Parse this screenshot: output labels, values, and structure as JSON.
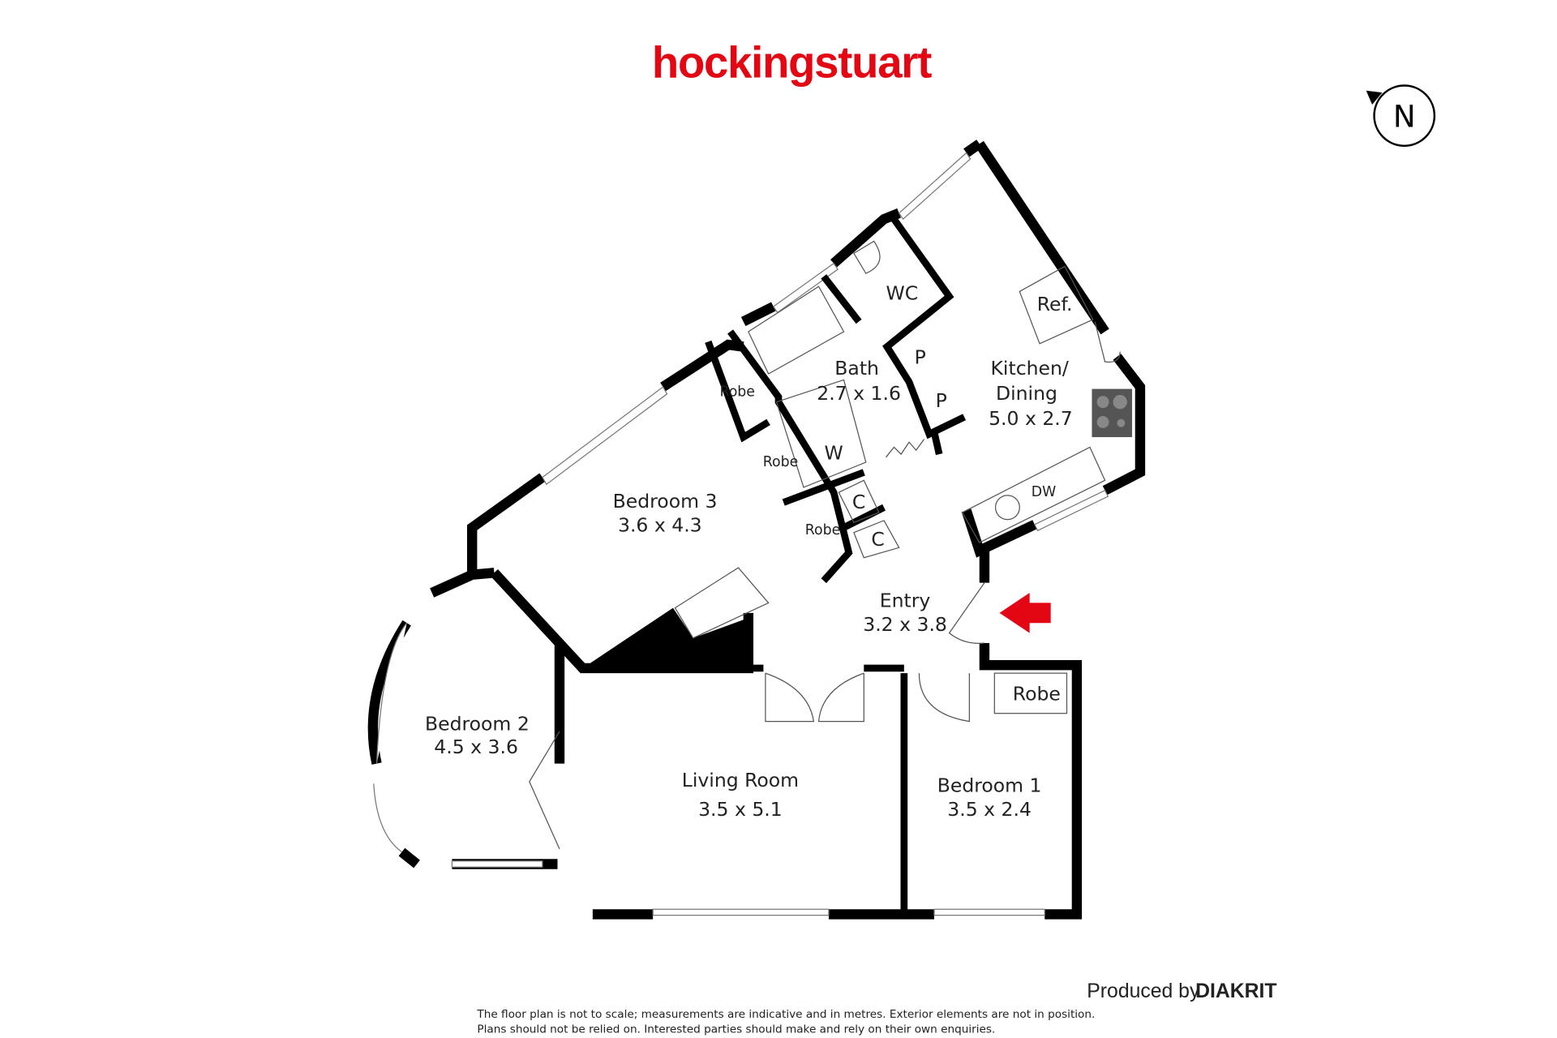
{
  "brand": {
    "logo_text": "hockingstuart",
    "accent": "#e30613"
  },
  "compass": {
    "label": "N"
  },
  "rooms": {
    "kitchen": {
      "name_line1": "Kitchen/",
      "name_line2": "Dining",
      "size": "5.0 x 2.7"
    },
    "bath": {
      "name": "Bath",
      "size": "2.7 x 1.6"
    },
    "wc": {
      "name": "WC"
    },
    "bedroom3": {
      "name": "Bedroom 3",
      "size": "3.6 x 4.3"
    },
    "bedroom2": {
      "name": "Bedroom 2",
      "size": "4.5 x 3.6"
    },
    "living": {
      "name": "Living Room",
      "size": "3.5 x 5.1"
    },
    "bedroom1": {
      "name": "Bedroom 1",
      "size": "3.5 x 2.4"
    },
    "entry": {
      "name": "Entry",
      "size": "3.2 x 3.8"
    }
  },
  "fixtures": {
    "ref": "Ref.",
    "pantry1": "P",
    "pantry2": "P",
    "dw": "DW",
    "w": "W",
    "c1": "C",
    "c2": "C",
    "robe1": "Robe",
    "robe2": "Robe",
    "robe3": "Robe",
    "robe_bed1": "Robe"
  },
  "footer": {
    "produced_by": "Produced by",
    "producer": "DIAKRIT",
    "disclaimer_line1": "The floor plan is not to scale; measurements are indicative and in metres. Exterior elements are not in position.",
    "disclaimer_line2": "Plans should not be relied on. Interested parties should make and rely on their own enquiries."
  }
}
